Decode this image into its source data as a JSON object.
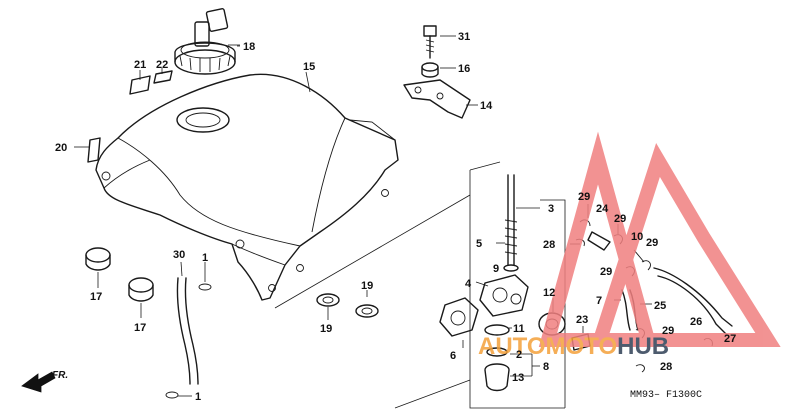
{
  "diagram": {
    "drawing_code": "MM93– F1300C",
    "direction_label": "FR."
  },
  "watermark": {
    "text_accent": "AUTOMOTO",
    "text_dark": "HUB",
    "accent_color": "#f4a03a",
    "triangle_color": "#f08080",
    "dark_color": "#2f3f55"
  },
  "callouts": [
    {
      "id": "c18",
      "label": "18"
    },
    {
      "id": "c21",
      "label": "21"
    },
    {
      "id": "c22",
      "label": "22"
    },
    {
      "id": "c15",
      "label": "15"
    },
    {
      "id": "c20",
      "label": "20"
    },
    {
      "id": "c31",
      "label": "31"
    },
    {
      "id": "c16",
      "label": "16"
    },
    {
      "id": "c14",
      "label": "14"
    },
    {
      "id": "c3",
      "label": "3"
    },
    {
      "id": "c5",
      "label": "5"
    },
    {
      "id": "c9",
      "label": "9"
    },
    {
      "id": "c4",
      "label": "4"
    },
    {
      "id": "c17a",
      "label": "17"
    },
    {
      "id": "c17b",
      "label": "17"
    },
    {
      "id": "c30",
      "label": "30"
    },
    {
      "id": "c1a",
      "label": "1"
    },
    {
      "id": "c1b",
      "label": "1"
    },
    {
      "id": "c19a",
      "label": "19"
    },
    {
      "id": "c19b",
      "label": "19"
    },
    {
      "id": "c6",
      "label": "6"
    },
    {
      "id": "c11",
      "label": "11"
    },
    {
      "id": "c2",
      "label": "2"
    },
    {
      "id": "c8",
      "label": "8"
    },
    {
      "id": "c13",
      "label": "13"
    },
    {
      "id": "c12",
      "label": "12"
    },
    {
      "id": "c23",
      "label": "23"
    },
    {
      "id": "c29a",
      "label": "29"
    },
    {
      "id": "c24",
      "label": "24"
    },
    {
      "id": "c29b",
      "label": "29"
    },
    {
      "id": "c28a",
      "label": "28"
    },
    {
      "id": "c10",
      "label": "10"
    },
    {
      "id": "c29c",
      "label": "29"
    },
    {
      "id": "c29d",
      "label": "29"
    },
    {
      "id": "c7",
      "label": "7"
    },
    {
      "id": "c25",
      "label": "25"
    },
    {
      "id": "c26",
      "label": "26"
    },
    {
      "id": "c29e",
      "label": "29"
    },
    {
      "id": "c27",
      "label": "27"
    },
    {
      "id": "c28b",
      "label": "28"
    }
  ]
}
